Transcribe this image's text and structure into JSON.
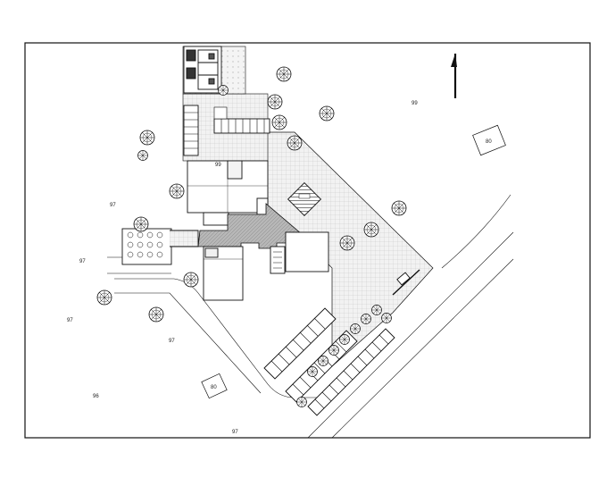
{
  "labels": {
    "elev_north_center": "99",
    "elev_top_right": "99",
    "elev_left_upper": "97",
    "elev_left_mid": "97",
    "elev_left_low": "97",
    "elev_lower_center": "97",
    "elev_bottom": "97",
    "elev_bottom_left": "96",
    "pad_right": "80",
    "pad_left": "80"
  },
  "colors": {
    "line": "#111111",
    "paving_fill": "#e9e9e9",
    "courtyard_fill": "#b9b9b9",
    "background": "#ffffff"
  },
  "icons": {
    "north": "north-arrow-icon",
    "tree": "tree-symbol-icon"
  }
}
